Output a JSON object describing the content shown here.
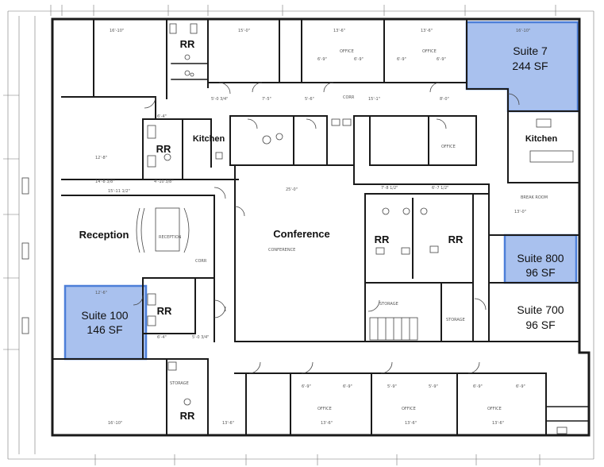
{
  "labels": {
    "suite7_name": "Suite 7",
    "suite7_size": "244 SF",
    "suite800_name": "Suite 800",
    "suite800_size": "96 SF",
    "suite700_name": "Suite 700",
    "suite700_size": "96 SF",
    "suite100_name": "Suite 100",
    "suite100_size": "146 SF",
    "rr": "RR",
    "kitchen": "Kitchen",
    "reception": "Reception",
    "conference": "Conference"
  },
  "small_text": {
    "d_16_10": "16'-10\"",
    "d_15_0": "15'-0\"",
    "d_13_6": "13'-6\"",
    "d_6_9": "6'-9\"",
    "d_5_0_34": "5'-0 3/4\"",
    "d_7_5": "7'-5\"",
    "d_5_6": "5'-6\"",
    "d_15_1": "15'-1\"",
    "d_8_0": "8'-0\"",
    "d_6_4": "6'-4\"",
    "d_12_8": "12'-8\"",
    "d_14_8_38": "14'-8 3/8\"",
    "d_4_10_38": "4'-10 3/8\"",
    "d_15_11_12": "15'-11 1/2\"",
    "d_25_0": "25'-0\"",
    "d_7_8_12": "7'-8 1/2\"",
    "d_6_7_12": "6'-7 1/2\"",
    "d_13_0": "13'-0\"",
    "d_12_6": "12'-6\"",
    "d_5_9": "5'-9\"",
    "office": "OFFICE",
    "storage": "STORAGE",
    "break_room": "BREAK ROOM",
    "reception_sm": "RECEPTION",
    "conference_sm": "CONFERENCE",
    "corr": "CORR"
  }
}
